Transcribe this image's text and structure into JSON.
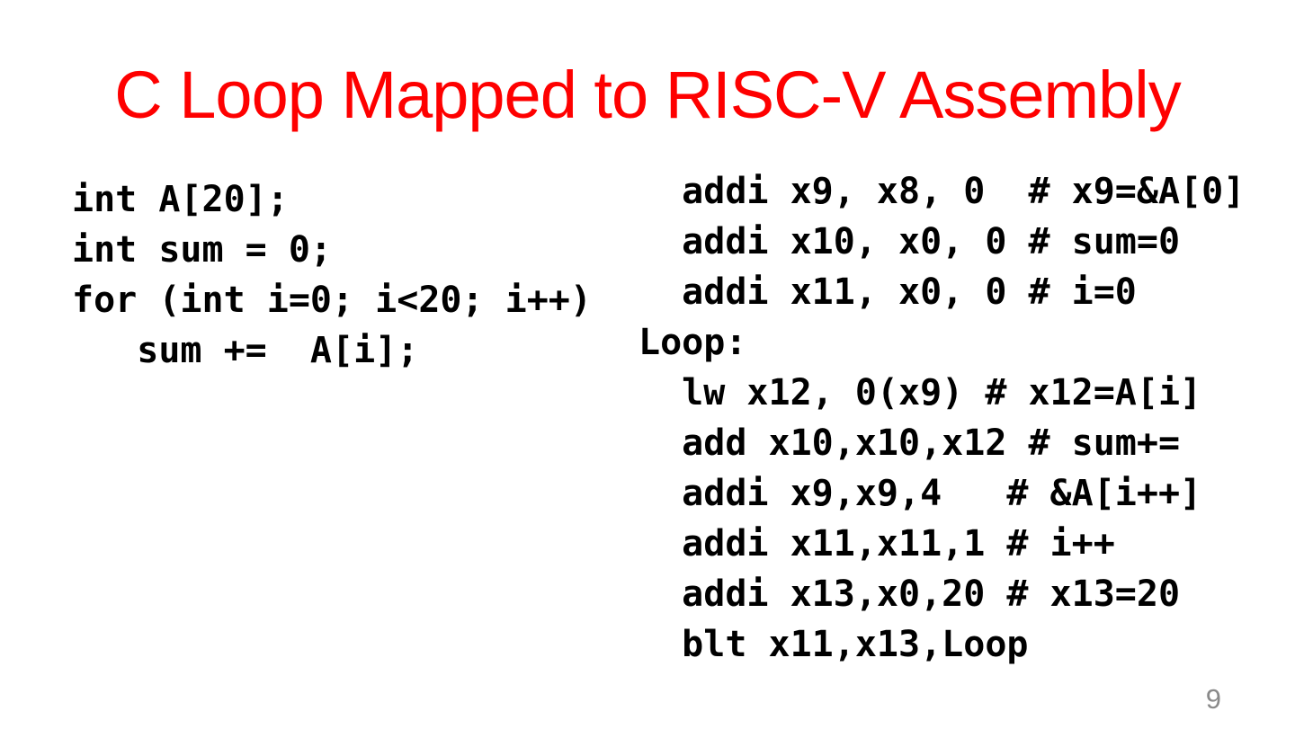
{
  "slide": {
    "title": "C Loop Mapped to RISC-V Assembly",
    "page_number": "9",
    "colors": {
      "background": "#FFFFFF",
      "title_text": "#FE0000",
      "code_text": "#000000",
      "page_number_text": "#8A8A8A"
    },
    "c_code": {
      "language": "C",
      "lines": [
        "int A[20];",
        "int sum = 0;",
        "for (int i=0; i<20; i++)",
        "   sum +=  A[i];"
      ]
    },
    "assembly_code": {
      "language": "RISC-V Assembly",
      "lines": [
        "  addi x9, x8, 0  # x9=&A[0]",
        "  addi x10, x0, 0 # sum=0",
        "  addi x11, x0, 0 # i=0",
        "Loop:",
        "  lw x12, 0(x9) # x12=A[i]",
        "  add x10,x10,x12 # sum+=",
        "  addi x9,x9,4   # &A[i++]",
        "  addi x11,x11,1 # i++",
        "  addi x13,x0,20 # x13=20",
        "  blt x11,x13,Loop"
      ]
    }
  }
}
